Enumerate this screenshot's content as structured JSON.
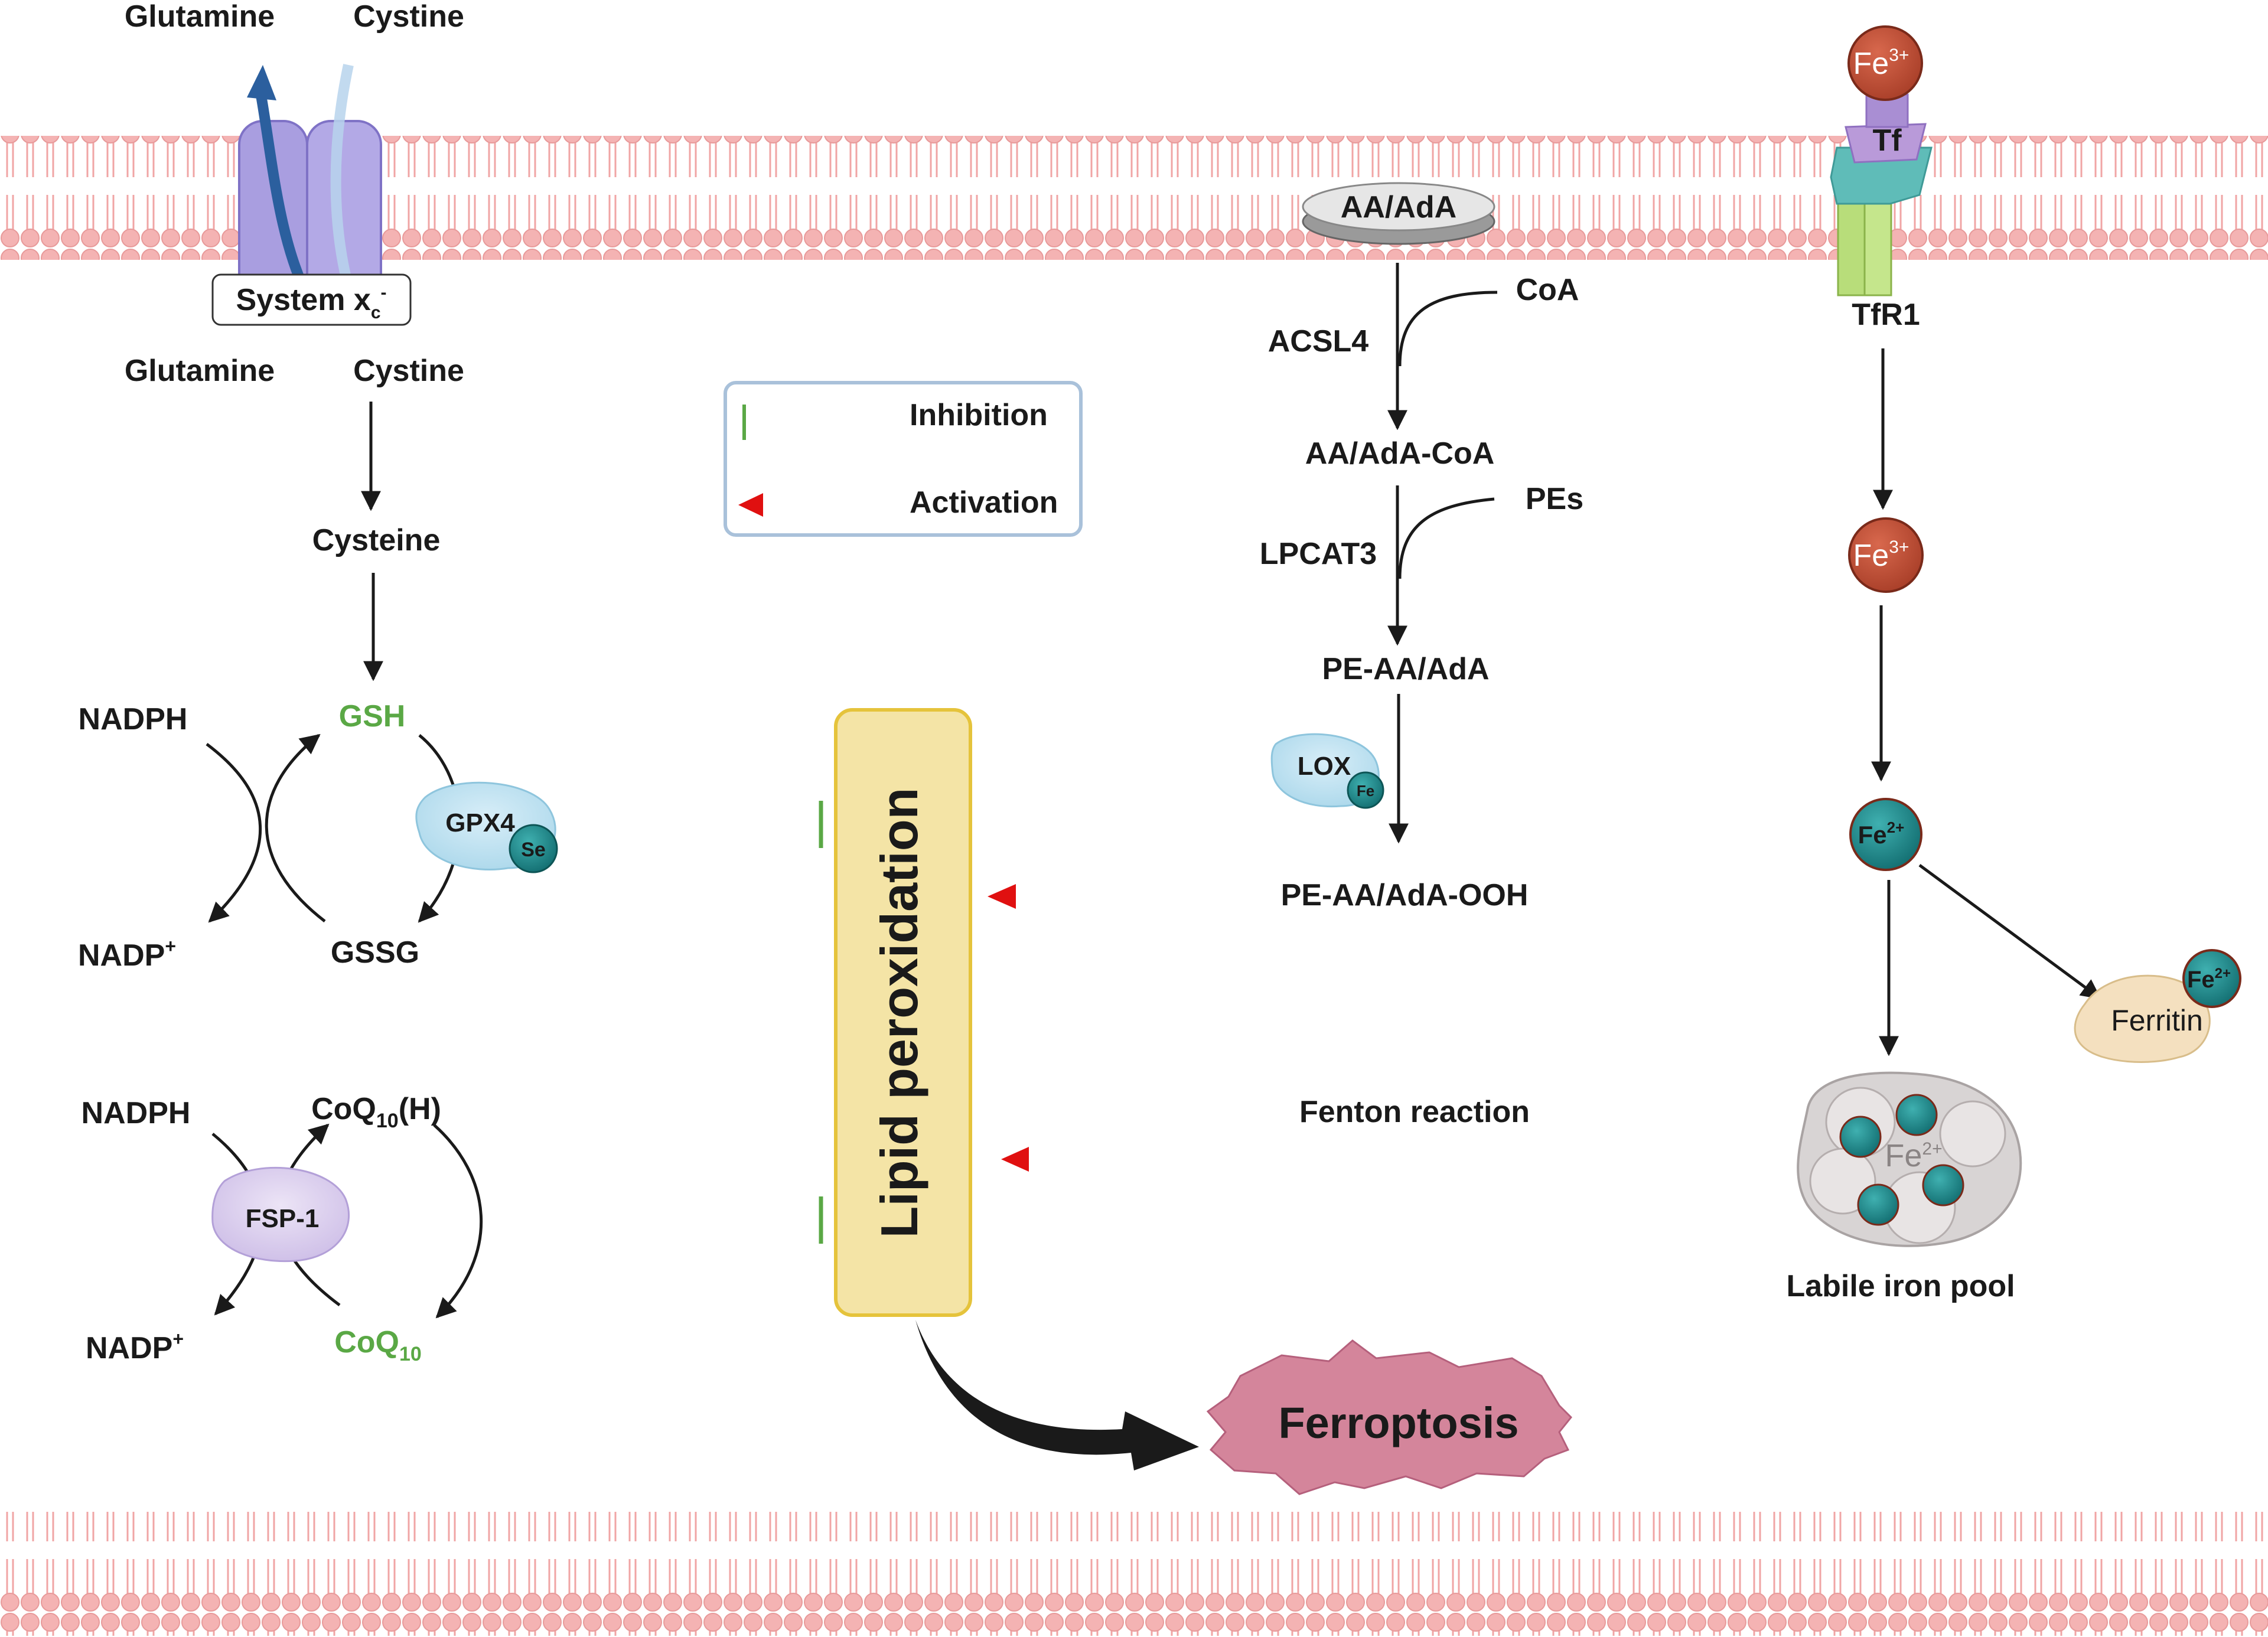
{
  "colors": {
    "membrane": "#f4b3b3",
    "inhibition": "#5aa845",
    "activation": "#e01010",
    "lipid_box": "#f4e4a6",
    "lipid_box_border": "#e5c33b",
    "ferroptosis": "#d4859b",
    "fe3": "#c0533a",
    "fe2": "#1f8a8a"
  },
  "system_xc": {
    "top_left": "Glutamine",
    "top_right": "Cystine",
    "label": "System x",
    "label_sub": "c",
    "label_sup": "-",
    "bottom_left": "Glutamine",
    "bottom_right": "Cystine"
  },
  "gsh_pathway": {
    "cysteine": "Cysteine",
    "gsh": "GSH",
    "gssg": "GSSG",
    "gpx4": "GPX4",
    "se": "Se",
    "nadph": "NADPH",
    "nadp": "NADP",
    "nadp_sup": "+"
  },
  "fsp1_pathway": {
    "nadph": "NADPH",
    "nadp": "NADP",
    "nadp_sup": "+",
    "fsp1": "FSP-1",
    "coq10h": "CoQ",
    "coq10h_sub": "10",
    "coq10h_suffix": "(H)",
    "coq10": "CoQ",
    "coq10_sub": "10"
  },
  "legend": {
    "inhibition": "Inhibition",
    "activation": "Activation"
  },
  "central": {
    "lipid_peroxidation": "Lipid peroxidation",
    "ferroptosis": "Ferroptosis"
  },
  "lipid_pathway": {
    "aa_ada": "AA/AdA",
    "coa": "CoA",
    "acsl4": "ACSL4",
    "aa_ada_coa": "AA/AdA-CoA",
    "pes": "PEs",
    "lpcat3": "LPCAT3",
    "pe_aa_ada": "PE-AA/AdA",
    "lox": "LOX",
    "fe": "Fe",
    "pe_aa_ada_ooh": "PE-AA/AdA-OOH"
  },
  "iron_pathway": {
    "fe3_top": "Fe",
    "fe3_top_sup": "3+",
    "tf": "Tf",
    "tfr1": "TfR1",
    "fe3_mid": "Fe",
    "fe3_mid_sup": "3+",
    "fe2": "Fe",
    "fe2_sup": "2+",
    "ferritin": "Ferritin",
    "ferritin_fe": "Fe",
    "ferritin_fe_sup": "2+",
    "pool_fe": "Fe",
    "pool_fe_sup": "2+",
    "labile_iron_pool": "Labile iron pool",
    "fenton": "Fenton reaction"
  }
}
